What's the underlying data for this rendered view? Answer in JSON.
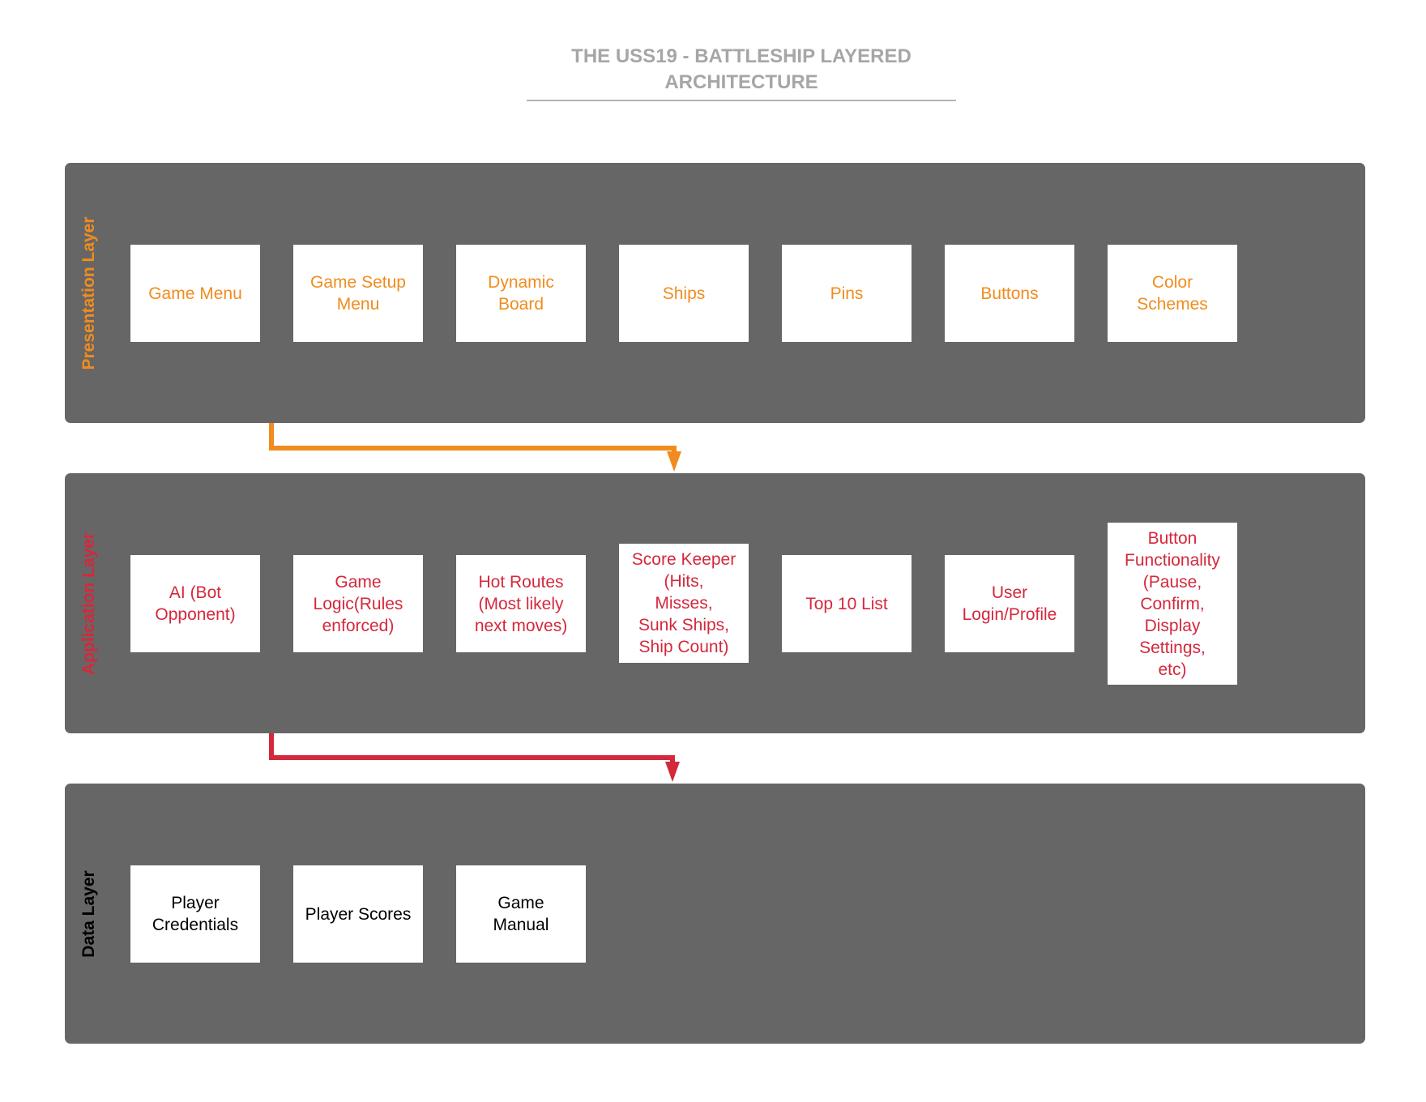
{
  "title": "THE USS19 - BATTLESHIP LAYERED ARCHITECTURE",
  "colors": {
    "presentation": "#f08c1e",
    "application": "#d4283c",
    "data": "#000000",
    "layer_background": "#666666",
    "title": "#a6a6a6"
  },
  "layers": {
    "presentation": {
      "label": "Presentation Layer",
      "boxes": [
        "Game Menu",
        "Game Setup\nMenu",
        "Dynamic\nBoard",
        "Ships",
        "Pins",
        "Buttons",
        "Color\nSchemes"
      ]
    },
    "application": {
      "label": "Application Layer",
      "boxes": [
        "AI (Bot\nOpponent)",
        "Game\nLogic(Rules\nenforced)",
        "Hot Routes\n(Most likely\nnext moves)",
        "Score Keeper\n(Hits,\nMisses,\nSunk Ships,\nShip Count)",
        "Top 10 List",
        "User\nLogin/Profile",
        "Button\nFunctionality\n(Pause,\nConfirm,\nDisplay\nSettings,\netc)"
      ]
    },
    "data": {
      "label": "Data Layer",
      "boxes": [
        "Player\nCredentials",
        "Player Scores",
        "Game\nManual"
      ]
    }
  }
}
